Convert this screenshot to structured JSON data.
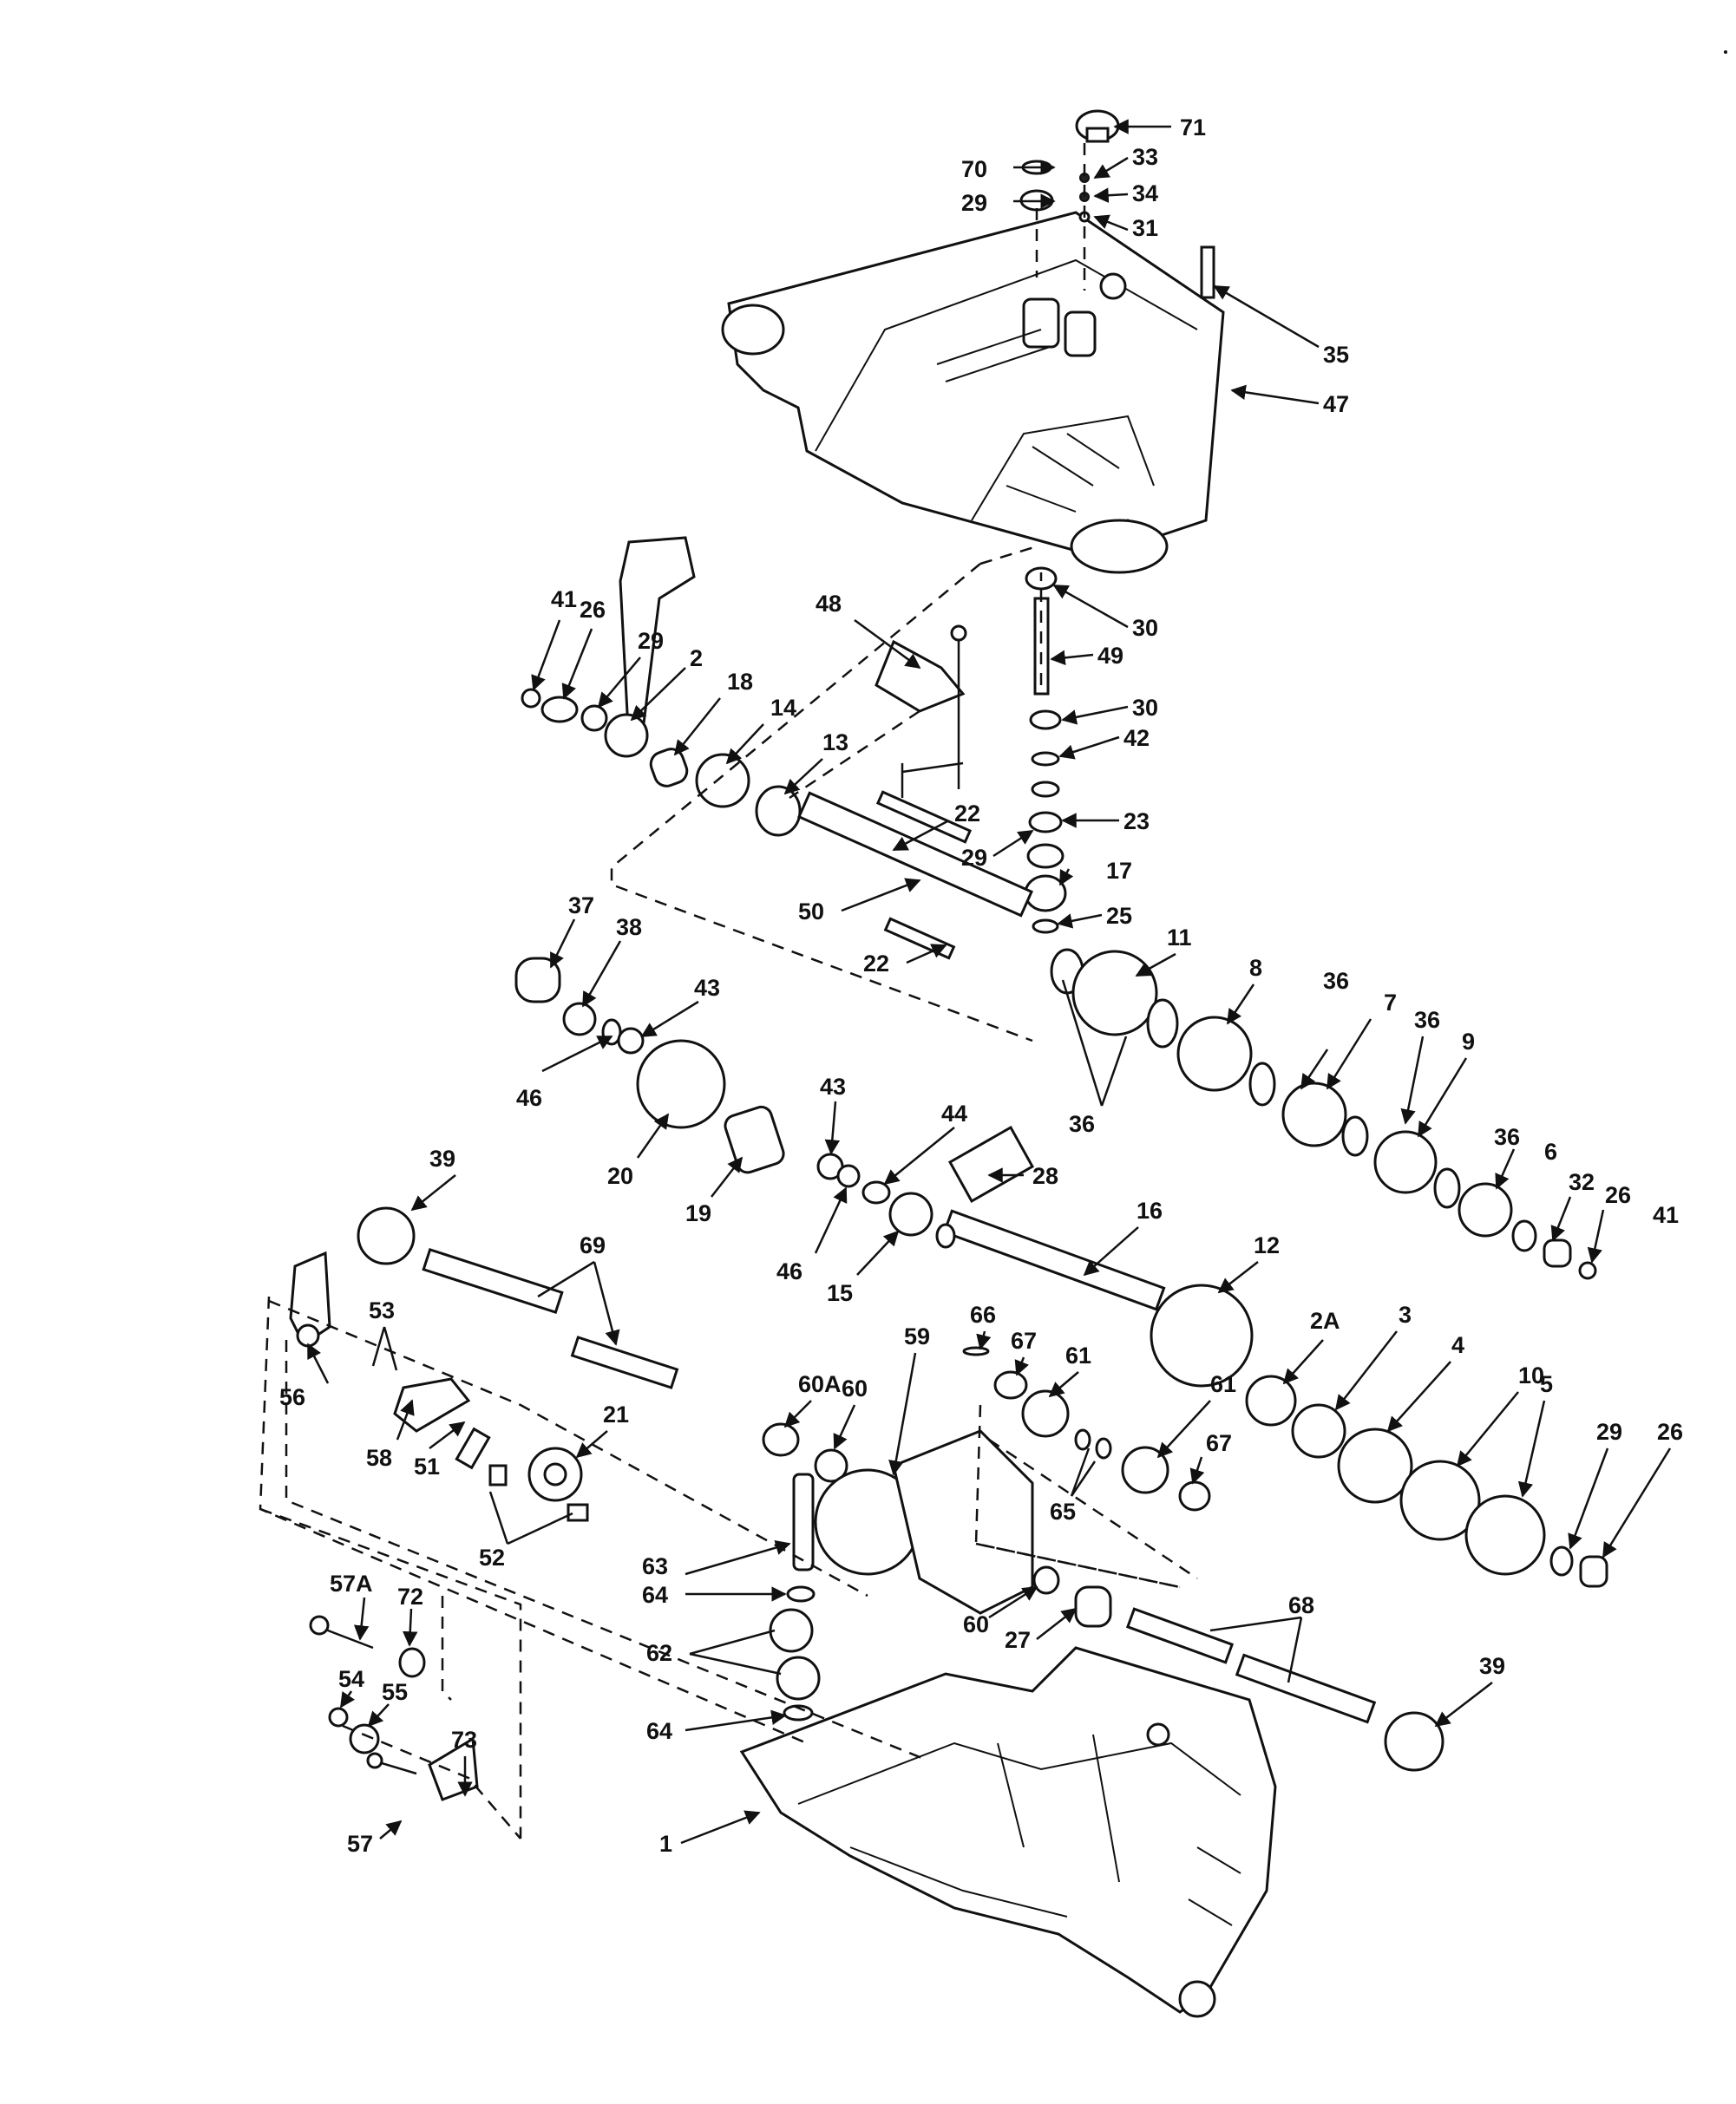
{
  "callouts": [
    "71",
    "70",
    "33",
    "29",
    "34",
    "31",
    "35",
    "47",
    "41",
    "26",
    "29",
    "2",
    "18",
    "14",
    "13",
    "48",
    "30",
    "49",
    "30",
    "42",
    "22",
    "23",
    "29",
    "17",
    "25",
    "50",
    "22",
    "37",
    "38",
    "43",
    "11",
    "8",
    "36",
    "7",
    "36",
    "9",
    "36",
    "6",
    "32",
    "26",
    "41",
    "46",
    "20",
    "43",
    "44",
    "28",
    "36",
    "19",
    "46",
    "15",
    "39",
    "16",
    "69",
    "12",
    "2A",
    "3",
    "4",
    "10",
    "5",
    "29",
    "26",
    "53",
    "56",
    "58",
    "51",
    "52",
    "21",
    "66",
    "60A",
    "60",
    "59",
    "67",
    "61",
    "61",
    "67",
    "65",
    "63",
    "64",
    "57A",
    "72",
    "62",
    "60",
    "27",
    "68",
    "39",
    "64",
    "54",
    "55",
    "73",
    "1",
    "57"
  ],
  "colors": {
    "ink": "#111111",
    "paper": "#ffffff"
  }
}
